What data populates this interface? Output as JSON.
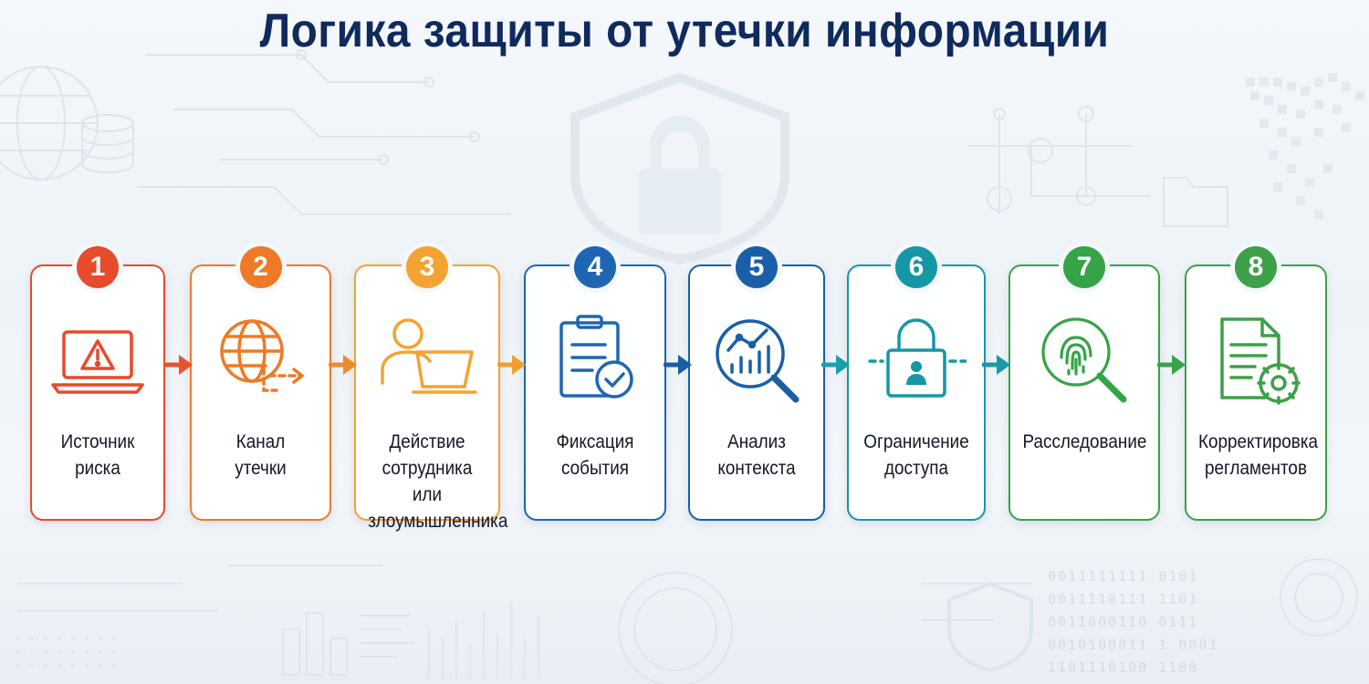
{
  "title": "Логика защиты от утечки информации",
  "steps": [
    {
      "number": "1",
      "label": "Источник\nриска",
      "color": "#e84a2c",
      "icon": "laptop-warning-icon"
    },
    {
      "number": "2",
      "label": "Канал\nутечки",
      "color": "#ee7a27",
      "icon": "globe-transfer-icon"
    },
    {
      "number": "3",
      "label": "Действие\nсотрудника или\nзлоумышленника",
      "color": "#f3a331",
      "icon": "user-laptop-icon"
    },
    {
      "number": "4",
      "label": "Фиксация\nсобытия",
      "color": "#1e66b3",
      "icon": "clipboard-check-icon"
    },
    {
      "number": "5",
      "label": "Анализ\nконтекста",
      "color": "#1a5ea8",
      "icon": "chart-magnifier-icon"
    },
    {
      "number": "6",
      "label": "Ограничение\nдоступа",
      "color": "#1597a6",
      "icon": "padlock-user-icon"
    },
    {
      "number": "7",
      "label": "Расследование",
      "color": "#34a447",
      "icon": "fingerprint-magnifier-icon"
    },
    {
      "number": "8",
      "label": "Корректировка\nрегламентов",
      "color": "#3ea048",
      "icon": "document-gear-icon"
    }
  ],
  "arrow_colors": [
    "#e8542e",
    "#ef8a2a",
    "#f0a02f",
    "#1a5ea8",
    "#1aa0ad",
    "#1a9aa8",
    "#36a447"
  ],
  "binary_rows": [
    "0011111111 0101",
    "0011110111 1101",
    "0011000110 0111",
    "0010100011 1 0001",
    "1101110100 1100"
  ]
}
